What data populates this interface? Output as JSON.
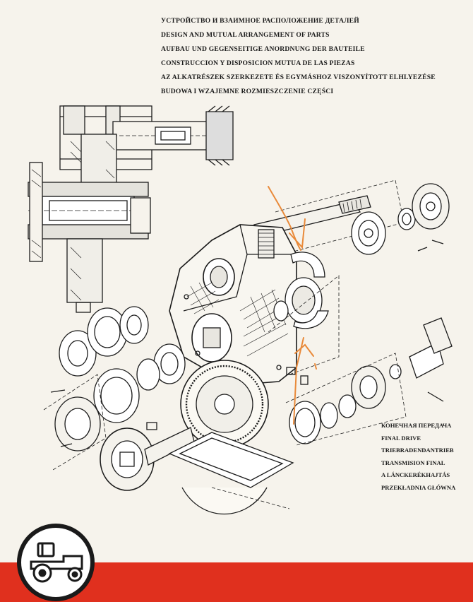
{
  "header": {
    "lines": [
      "УСТРОЙСТВО И ВЗАИМНОЕ РАСПОЛОЖЕНИЕ ДЕТАЛЕЙ",
      "DESIGN AND MUTUAL ARRANGEMENT OF PARTS",
      "AUFBAU UND GEGENSEITIGE ANORDNUNG DER BAUTEILE",
      "CONSTRUCCION Y DISPOSICION MUTUA DE LAS PIEZAS",
      "AZ ALKATRÉSZEK SZERKEZETE ÉS EGYMÁSHOZ VISZONYÍTOTT ELHLYEZÉSE",
      "BUDOWA I WZAJEMNE ROZMIESZCZENIE CZĘŚCI"
    ]
  },
  "caption": {
    "lines": [
      "КОНЕЧНАЯ ПЕРЕДАЧА",
      "FINAL DRIVE",
      "TRIEBRADENDANTRIEB",
      "TRANSMISION FINAL",
      "A LÁNCKERÉKHAJTÁS",
      "PRZEKŁADNIA GŁÓWNA"
    ]
  },
  "colors": {
    "paper": "#f6f3ec",
    "ink": "#1c1c1c",
    "band": "#e0301e",
    "annotation": "#e98a3a"
  },
  "icons": {
    "badge": "tractor-icon"
  }
}
